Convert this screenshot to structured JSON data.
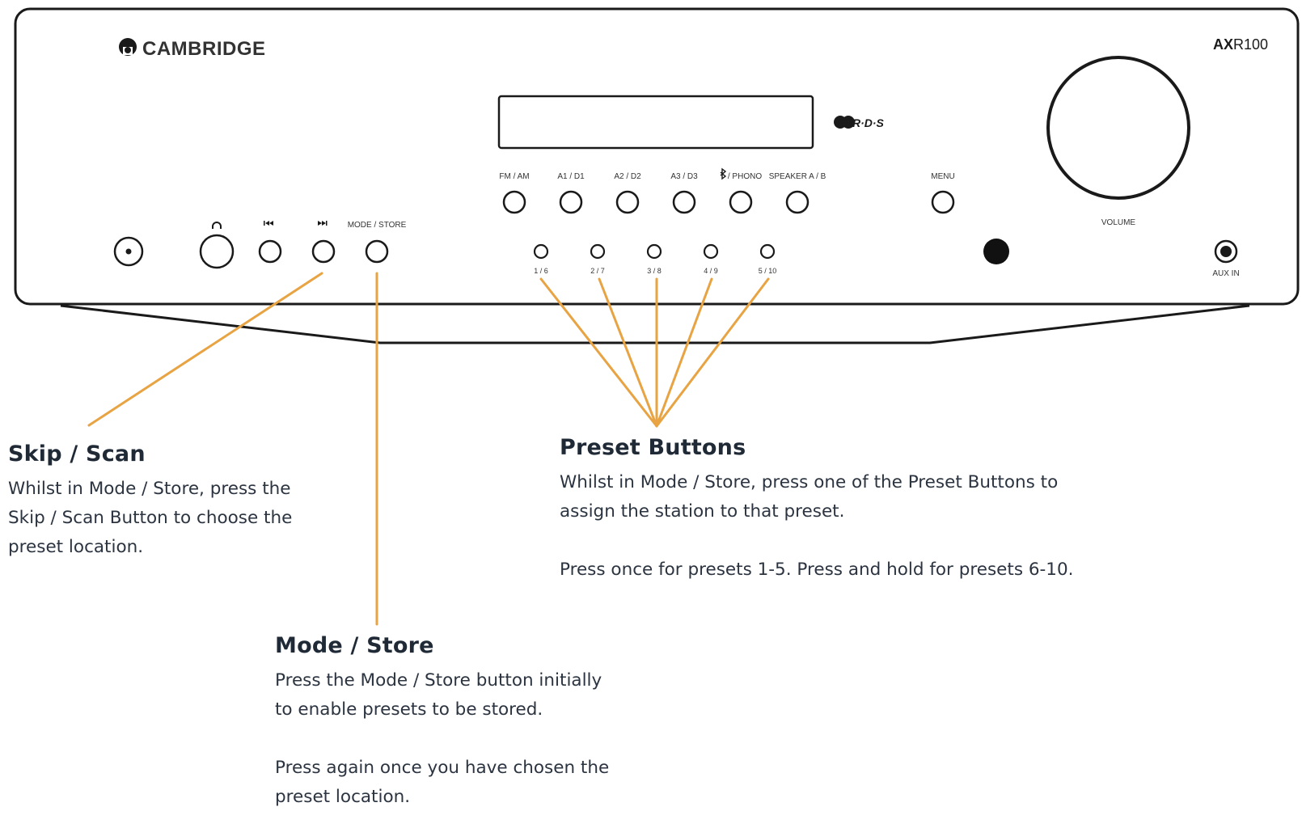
{
  "device": {
    "brand": "CAMBRIDGE",
    "model_bold": "AX",
    "model_regular": "R100",
    "rds_logo": "R·D·S",
    "source_buttons": [
      "FM / AM",
      "A1 / D1",
      "A2 / D2",
      "A3 / D3",
      "/ PHONO",
      "SPEAKER A / B"
    ],
    "menu_label": "MENU",
    "volume_label": "VOLUME",
    "mode_store_label": "MODE / STORE",
    "preset_labels": [
      "1 / 6",
      "2 / 7",
      "3 / 8",
      "4 / 9",
      "5 / 10"
    ],
    "aux_label": "AUX IN",
    "icons": [
      "power-icon",
      "headphone-icon",
      "skip-back-icon",
      "skip-forward-icon",
      "bluetooth-icon"
    ]
  },
  "colors": {
    "outline": "#1a1a1a",
    "callout_line": "#e8a343",
    "heading": "#1f2a36",
    "body": "#2b3440"
  },
  "callouts": {
    "skip_scan": {
      "title": "Skip / Scan",
      "body": "Whilst in Mode / Store, press the\nSkip / Scan Button to choose the\npreset location."
    },
    "mode_store": {
      "title": "Mode / Store",
      "body1": "Press the Mode / Store button initially\nto enable presets to be stored.",
      "body2": "Press again once you have chosen the\npreset location."
    },
    "presets": {
      "title": "Preset Buttons",
      "body1": "Whilst in Mode / Store, press one of the Preset Buttons to\nassign the station to that preset.",
      "body2": "Press once for presets 1-5. Press and hold for presets 6-10."
    }
  }
}
